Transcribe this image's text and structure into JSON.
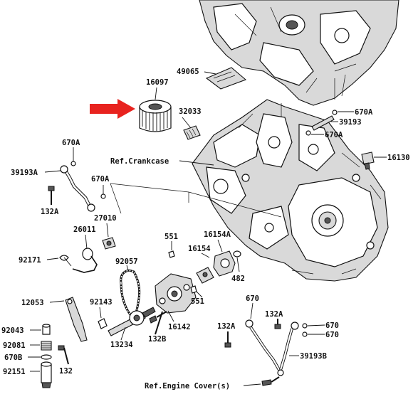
{
  "labels": {
    "p49065": "49065",
    "p16097": "16097",
    "p32033": "32033",
    "p670A_1": "670A",
    "p39193_1": "39193",
    "p670A_2": "670A",
    "p670A_3": "670A",
    "p39193A": "39193A",
    "p670A_4": "670A",
    "p132A_1": "132A",
    "p16130": "16130",
    "refCrankcase": "Ref.Crankcase",
    "p27010": "27010",
    "p26011": "26011",
    "p551_1": "551",
    "p16154A": "16154A",
    "p16154": "16154",
    "p92171": "92171",
    "p92057": "92057",
    "p482": "482",
    "p551_2": "551",
    "p12053": "12053",
    "p92143": "92143",
    "p670_1": "670",
    "p132A_2": "132A",
    "p92043": "92043",
    "p16142": "16142",
    "p132A_3": "132A",
    "p670_2": "670",
    "p670_3": "670",
    "p92081": "92081",
    "p13234": "13234",
    "p132B": "132B",
    "p670B": "670B",
    "p39193B": "39193B",
    "p92151": "92151",
    "p132": "132",
    "refEngineCover": "Ref.Engine Cover(s)"
  },
  "colors": {
    "arrow": "#e8231f",
    "ink": "#111111",
    "casing_shade": "#d4d4d4"
  }
}
